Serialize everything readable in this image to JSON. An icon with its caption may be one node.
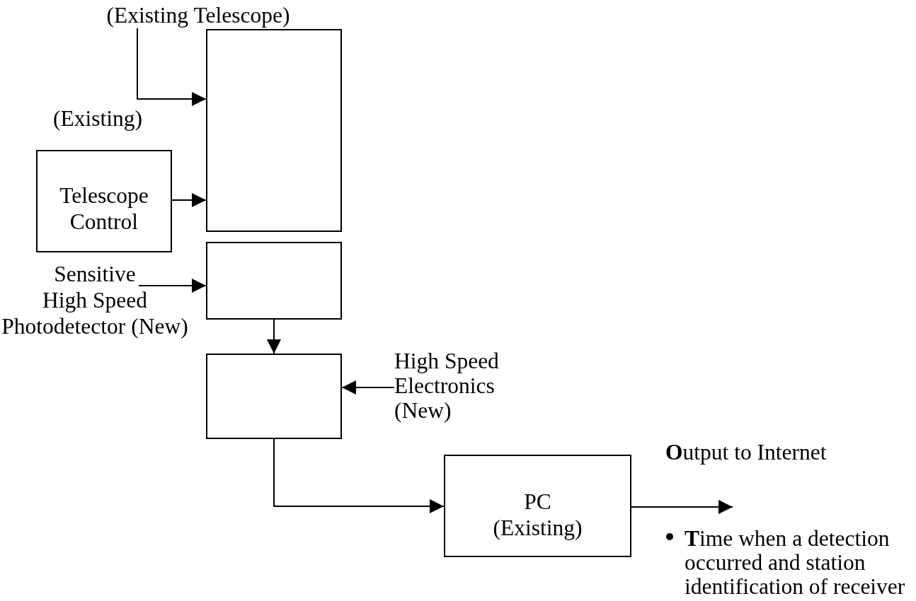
{
  "diagram": {
    "nodes": [
      {
        "text": [
          "(Existing Telescope)"
        ]
      },
      {
        "text": [],
        "shape": "box"
      },
      {
        "text": [
          "(Existing)",
          "Telescope Control"
        ]
      },
      {
        "text": [
          "Sensitive High Speed Photodetector (New)"
        ]
      },
      {
        "text": [],
        "shape": "box"
      },
      {
        "text": [],
        "shape": "box"
      },
      {
        "text": [
          "High Speed Electronics (New)"
        ]
      },
      {
        "text": [
          "PC (Existing)"
        ]
      }
    ],
    "edges": [
      {
        "from": 0,
        "to": 1,
        "arrow": "to"
      },
      {
        "from": 2,
        "to": 1,
        "arrow": "to"
      },
      {
        "from": 3,
        "to": 4,
        "arrow": "to"
      },
      {
        "from": 4,
        "to": 5,
        "arrow": "to"
      },
      {
        "from": 6,
        "to": 5,
        "arrow": "to"
      },
      {
        "from": 5,
        "to": 7,
        "arrow": "to"
      },
      {
        "from": 7,
        "to": null,
        "arrow": "to"
      }
    ],
    "labels": [
      "**O**utput to Internet",
      "**T**ime when a detection occurred and station identification of receiver"
    ]
  }
}
